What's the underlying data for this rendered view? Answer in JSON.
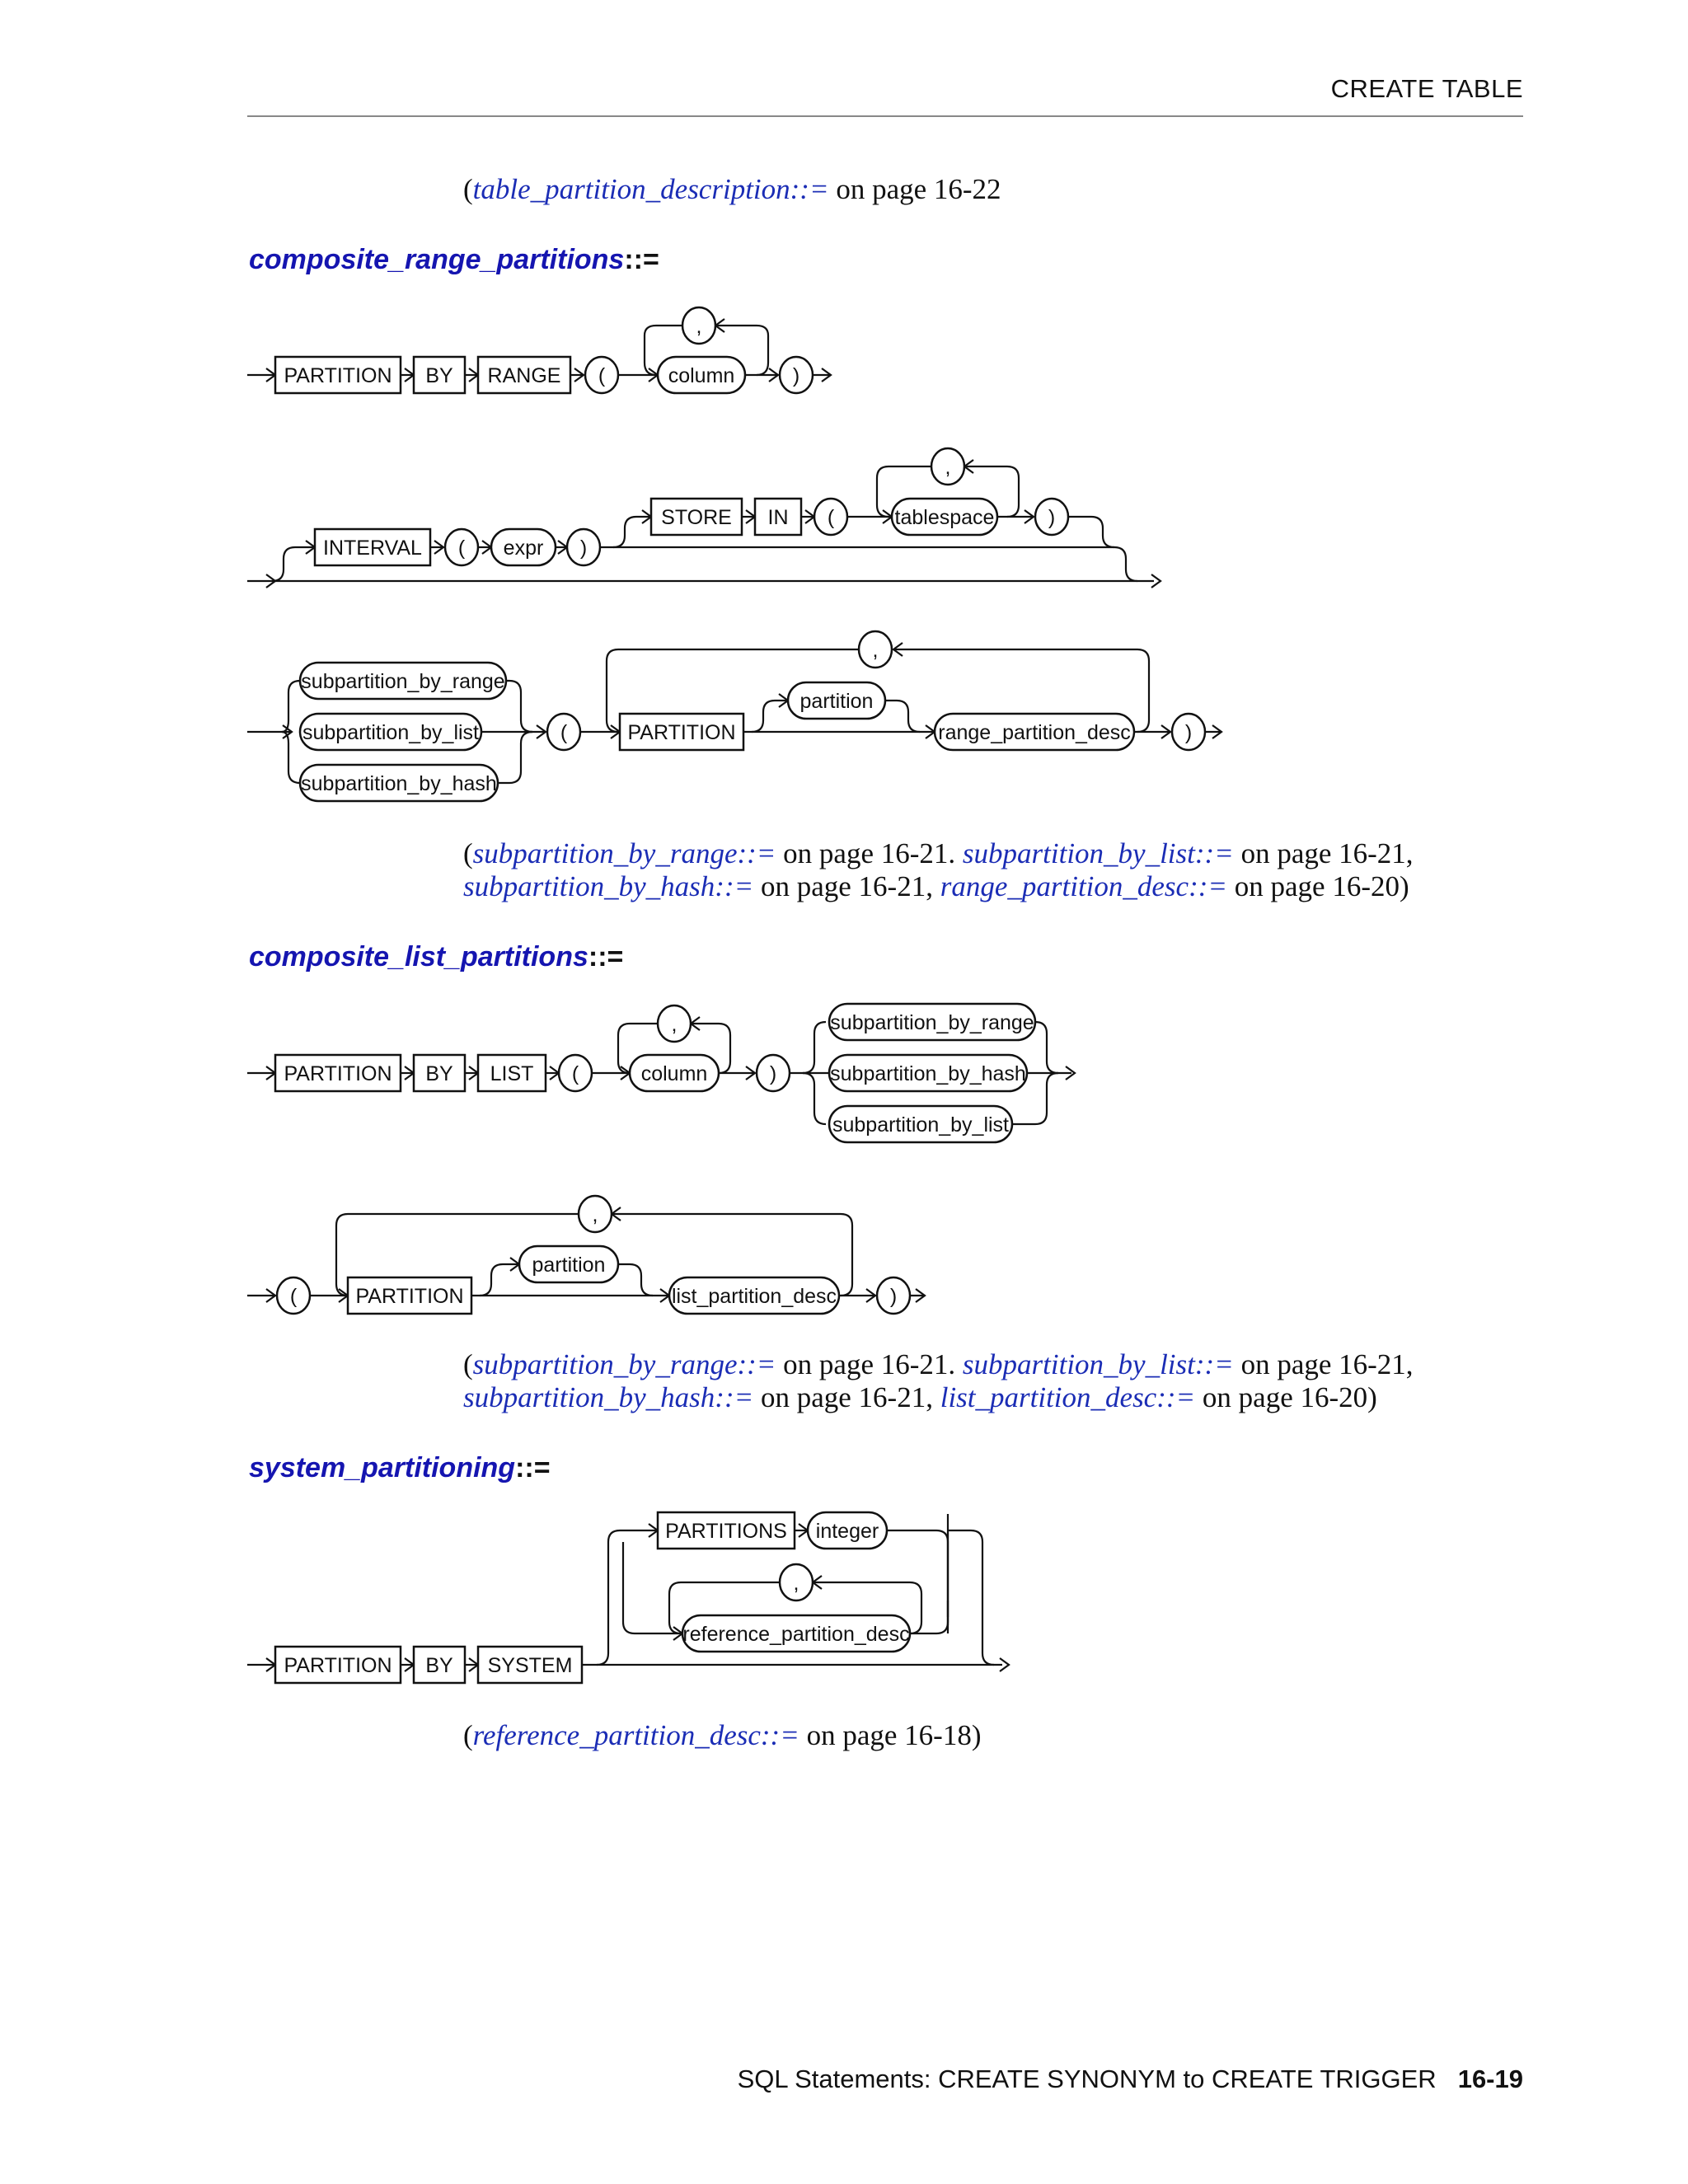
{
  "header": {
    "title": "CREATE TABLE"
  },
  "xref_top": {
    "open": "(",
    "link": "table_partition_description::=",
    "text": " on page 16-22"
  },
  "sections": {
    "crp": {
      "name": "composite_range_partitions",
      "suffix": "::="
    },
    "clp": {
      "name": "composite_list_partitions",
      "suffix": "::="
    },
    "sp": {
      "name": "system_partitioning",
      "suffix": "::="
    }
  },
  "xref_crp": {
    "l1_open": "(",
    "l1_link1": "subpartition_by_range::=",
    "l1_text1": " on page 16-21. ",
    "l1_link2": "subpartition_by_list::=",
    "l1_text2": " on page 16-21,",
    "l2_link1": "subpartition_by_hash::=",
    "l2_text1": " on page 16-21, ",
    "l2_link2": "range_partition_desc::=",
    "l2_text2": " on page 16-20)"
  },
  "xref_clp": {
    "l1_open": "(",
    "l1_link1": "subpartition_by_range::=",
    "l1_text1": " on page 16-21. ",
    "l1_link2": "subpartition_by_list::=",
    "l1_text2": " on page 16-21,",
    "l2_link1": "subpartition_by_hash::=",
    "l2_text1": " on page 16-21, ",
    "l2_link2": "list_partition_desc::=",
    "l2_text2": " on page 16-20)"
  },
  "xref_sp": {
    "open": "(",
    "link": "reference_partition_desc::=",
    "text": " on page 16-18)"
  },
  "footer": {
    "text": "SQL Statements: CREATE SYNONYM to CREATE TRIGGER",
    "page": "16-19"
  },
  "diagram_terms": {
    "partition_kw": "PARTITION",
    "by": "BY",
    "range": "RANGE",
    "list": "LIST",
    "system": "SYSTEM",
    "interval": "INTERVAL",
    "store": "STORE",
    "in": "IN",
    "partitions": "PARTITIONS",
    "lparen": "(",
    "rparen": ")",
    "comma": ",",
    "column": "column",
    "expr": "expr",
    "tablespace": "tablespace",
    "subpartition_by_range": "subpartition_by_range",
    "subpartition_by_list": "subpartition_by_list",
    "subpartition_by_hash": "subpartition_by_hash",
    "partition": "partition",
    "range_partition_desc": "range_partition_desc",
    "list_partition_desc": "list_partition_desc",
    "integer": "integer",
    "reference_partition_desc": "reference_partition_desc"
  }
}
